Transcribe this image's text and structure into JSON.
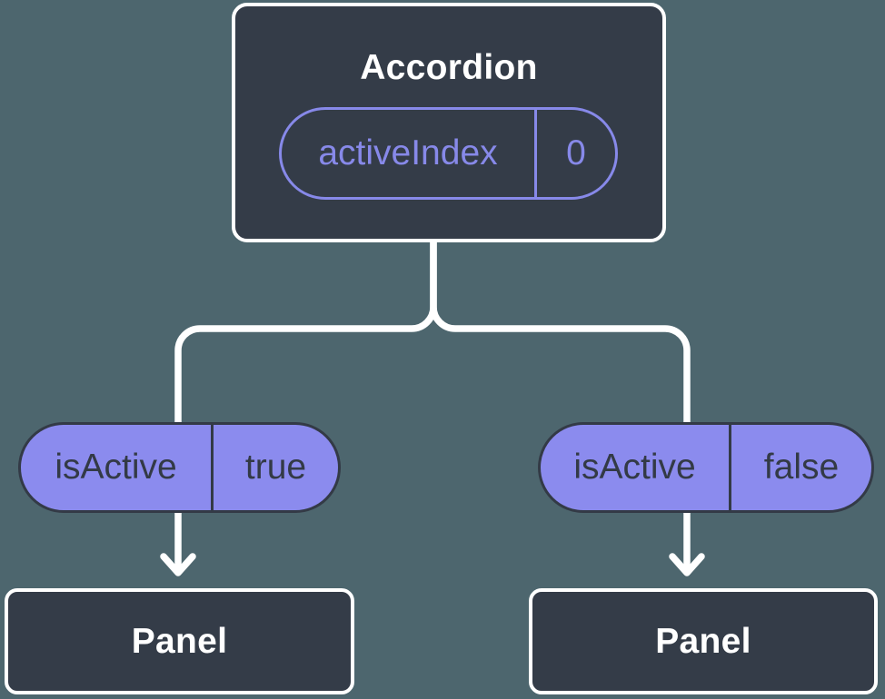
{
  "tree": {
    "root": {
      "title": "Accordion",
      "state": {
        "name": "activeIndex",
        "value": "0"
      }
    },
    "branches": [
      {
        "prop": {
          "name": "isActive",
          "value": "true"
        },
        "child": {
          "title": "Panel"
        }
      },
      {
        "prop": {
          "name": "isActive",
          "value": "false"
        },
        "child": {
          "title": "Panel"
        }
      }
    ]
  },
  "colors": {
    "background": "#4d666e",
    "node_fill": "#343c48",
    "node_border": "#ffffff",
    "connector": "#ffffff",
    "pill_fill": "#8b8bee",
    "accent_purple": "#8789e9",
    "pill_text_dark": "#333a46",
    "node_text": "#ffffff"
  }
}
